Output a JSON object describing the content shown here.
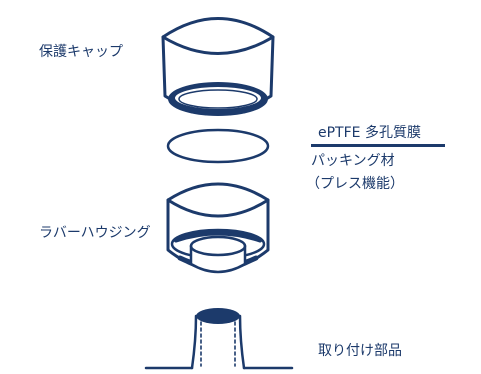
{
  "labels": {
    "cap": "保護キャップ",
    "membrane": "ePTFE 多孔質膜",
    "packing": "パッキング材",
    "press": "（プレス機能）",
    "housing": "ラバーハウジング",
    "mount": "取り付け部品"
  },
  "colors": {
    "line": "#1c3a6b",
    "background": "#ffffff"
  }
}
